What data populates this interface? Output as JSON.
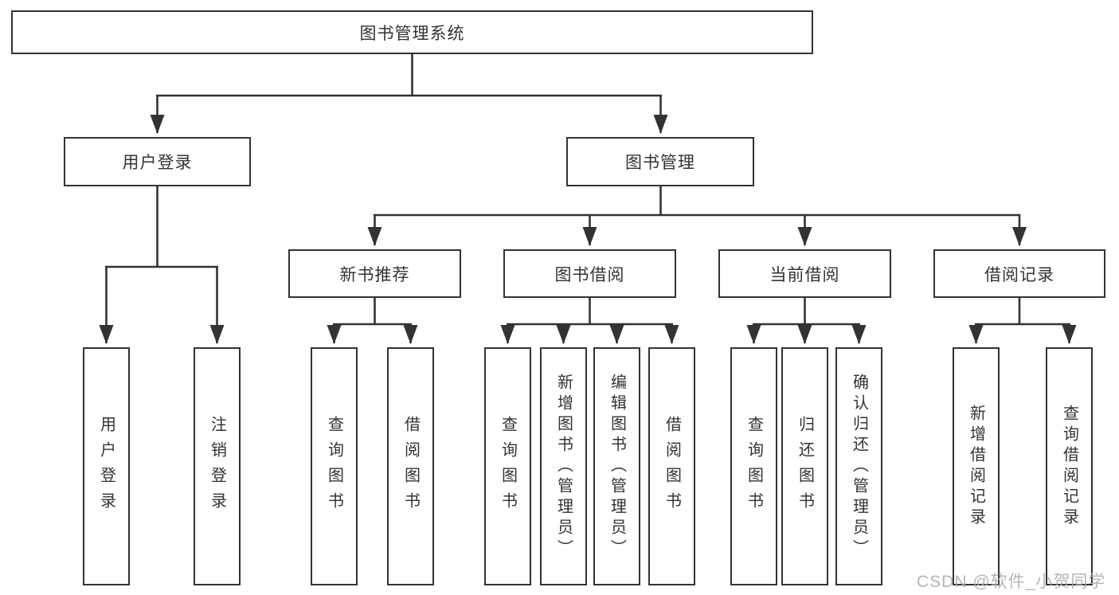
{
  "nodes": {
    "root": "图书管理系统",
    "user_login": "用户登录",
    "book_mgmt": "图书管理",
    "new_book_rec": "新书推荐",
    "book_borrow": "图书借阅",
    "current_borrow": "当前借阅",
    "borrow_records": "借阅记录",
    "ul_login": "用户登录",
    "ul_logout": "注销登录",
    "nbr_query": "查询图书",
    "nbr_borrow": "借阅图书",
    "bb_query": "查询图书",
    "bb_add": "新增图书（管理员）",
    "bb_edit": "编辑图书（管理员）",
    "bb_borrow": "借阅图书",
    "cb_query": "查询图书",
    "cb_return": "归还图书",
    "cb_confirm": "确认归还（管理员）",
    "br_add": "新增借阅记录",
    "br_query": "查询借阅记录"
  },
  "watermark": "CSDN @软件_小贺同学",
  "colors": {
    "line": "#333333",
    "border": "#333333",
    "text": "#333333",
    "background": "#ffffff",
    "watermark": "#acacac"
  }
}
